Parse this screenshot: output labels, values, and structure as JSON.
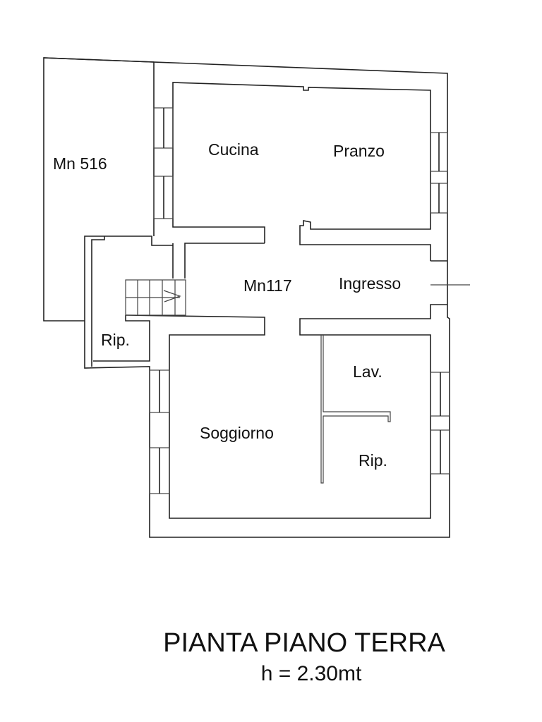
{
  "rooms": {
    "mn516": "Mn 516",
    "cucina": "Cucina",
    "pranzo": "Pranzo",
    "mn117": "Mn117",
    "ingresso": "Ingresso",
    "rip_left": "Rip.",
    "lav": "Lav.",
    "soggiorno": "Soggiorno",
    "rip_right": "Rip."
  },
  "title": "PIANTA PIANO TERRA",
  "subtitle": "h = 2.30mt"
}
